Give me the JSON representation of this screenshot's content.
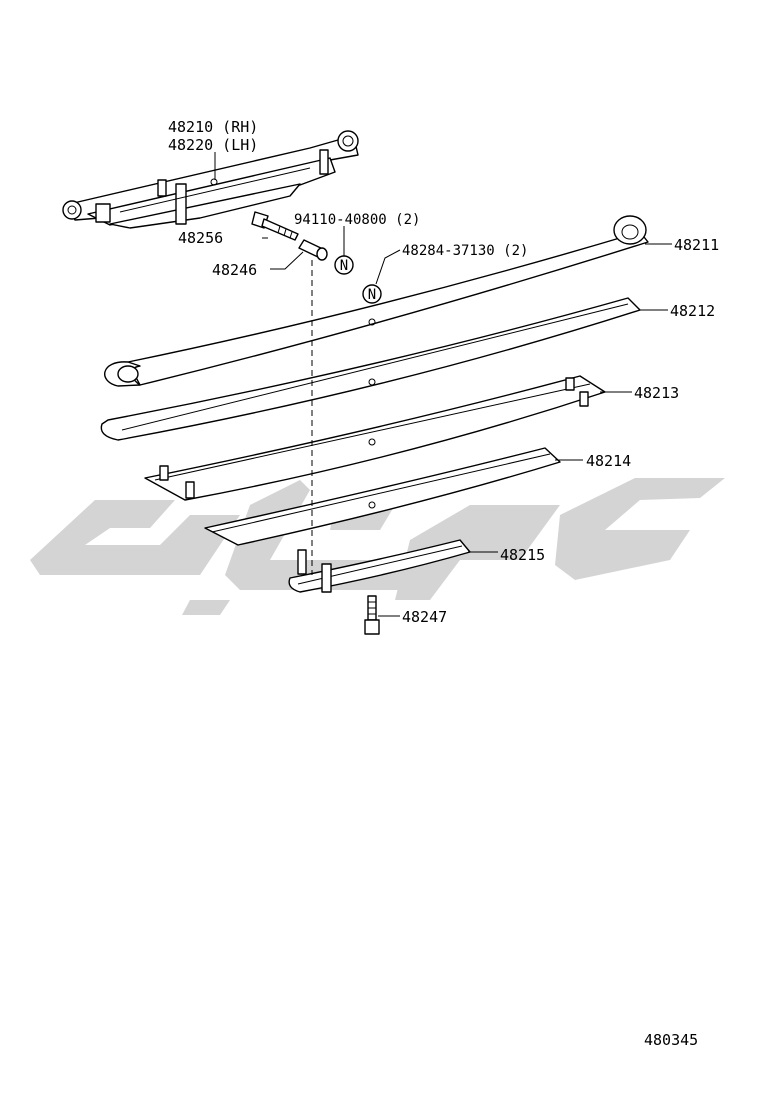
{
  "callouts": {
    "assembly_rh": "48210 (RH)",
    "assembly_lh": "48220 (LH)",
    "bolt": "48256",
    "bushing": "48246",
    "nut": "94110-40800 (2)",
    "clip_nut": "48284-37130 (2)",
    "leaf_1": "48211",
    "leaf_2": "48212",
    "leaf_3": "48213",
    "leaf_4": "48214",
    "leaf_5": "48215",
    "center_bolt": "48247"
  },
  "nut_symbol": "N",
  "diagram_id": "480345",
  "watermark": {
    "icon": "arabic-logo-watermark",
    "color": "#d4d4d4"
  }
}
